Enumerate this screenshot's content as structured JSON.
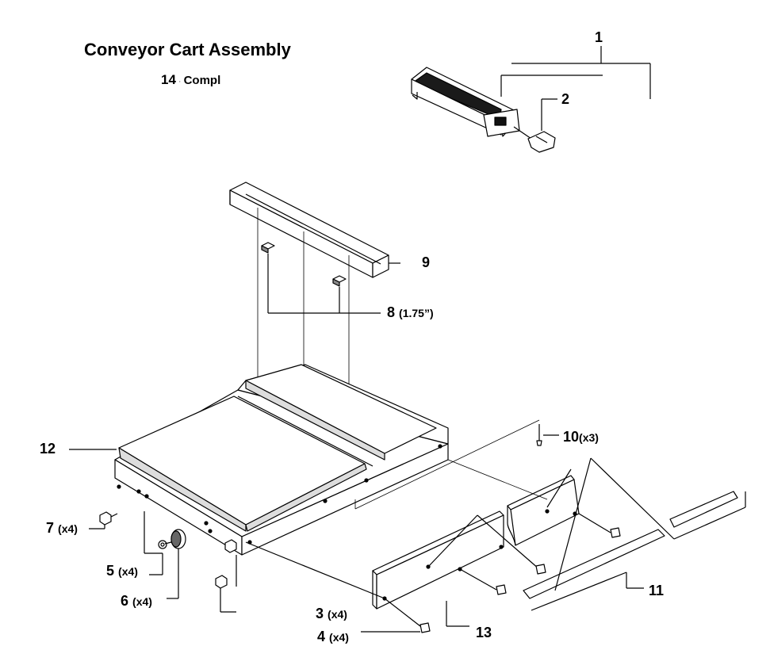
{
  "title": "Conveyor Cart Assembly",
  "subtitle": {
    "number": "14",
    "label": "Compl"
  },
  "callouts": [
    {
      "num": "1",
      "qty": ""
    },
    {
      "num": "2",
      "qty": ""
    },
    {
      "num": "3",
      "qty": "(x4)"
    },
    {
      "num": "4",
      "qty": "(x4)"
    },
    {
      "num": "5",
      "qty": "(x4)"
    },
    {
      "num": "6",
      "qty": "(x4)"
    },
    {
      "num": "7",
      "qty": "(x4)"
    },
    {
      "num": "8",
      "qty": "(1.75”)"
    },
    {
      "num": "9",
      "qty": ""
    },
    {
      "num": "10",
      "qty": "(x3)"
    },
    {
      "num": "11",
      "qty": ""
    },
    {
      "num": "12",
      "qty": ""
    },
    {
      "num": "13",
      "qty": ""
    }
  ],
  "colors": {
    "line": "#000000",
    "fill": "#ffffff",
    "shade": "#d8d8d8"
  }
}
